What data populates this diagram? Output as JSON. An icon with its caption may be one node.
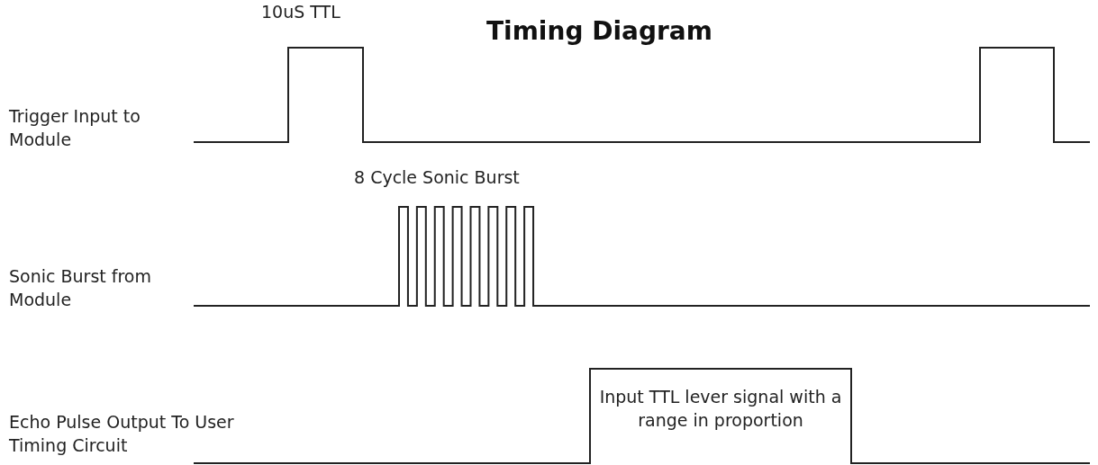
{
  "diagram": {
    "title": "Timing Diagram",
    "labels": [
      "10uS TTL",
      "Trigger Input to Module",
      "8 Cycle Sonic Burst",
      "Sonic Burst from Module",
      "Echo Pulse Output To User Timing Circuit",
      "Input TTL lever signal with a range in proportion"
    ]
  }
}
